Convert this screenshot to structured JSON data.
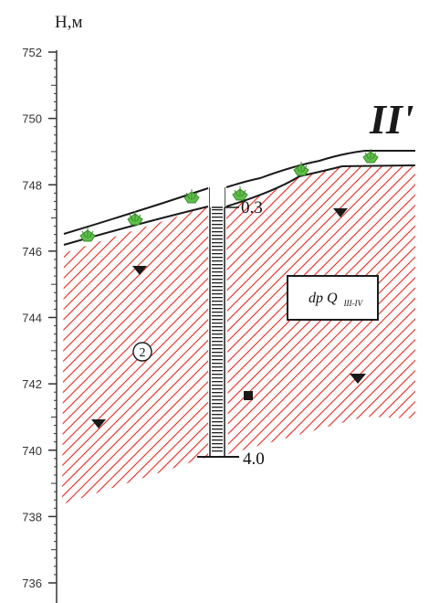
{
  "axis": {
    "title": "H,м",
    "min": 736,
    "max": 752,
    "labels": [
      "752",
      "750",
      "748",
      "746",
      "744",
      "742",
      "740",
      "738",
      "736"
    ]
  },
  "section_label": "II'",
  "layer_label": {
    "main": "dp Q",
    "subscript": "III-IV"
  },
  "layer_number": "2",
  "borehole": {
    "top_label": "0.3",
    "bottom_label": "4.0",
    "top_elevation": 747.3,
    "bottom_elevation": 739.9
  },
  "colors": {
    "hatch": "#e8271e",
    "vegetation": "#5fc04a",
    "line": "#1a1a1a",
    "axis": "#333333"
  },
  "icons": {
    "groundwater_marker": "down-triangle-icon",
    "sample_marker": "square-sample-icon",
    "vegetation": "grass-icon"
  }
}
